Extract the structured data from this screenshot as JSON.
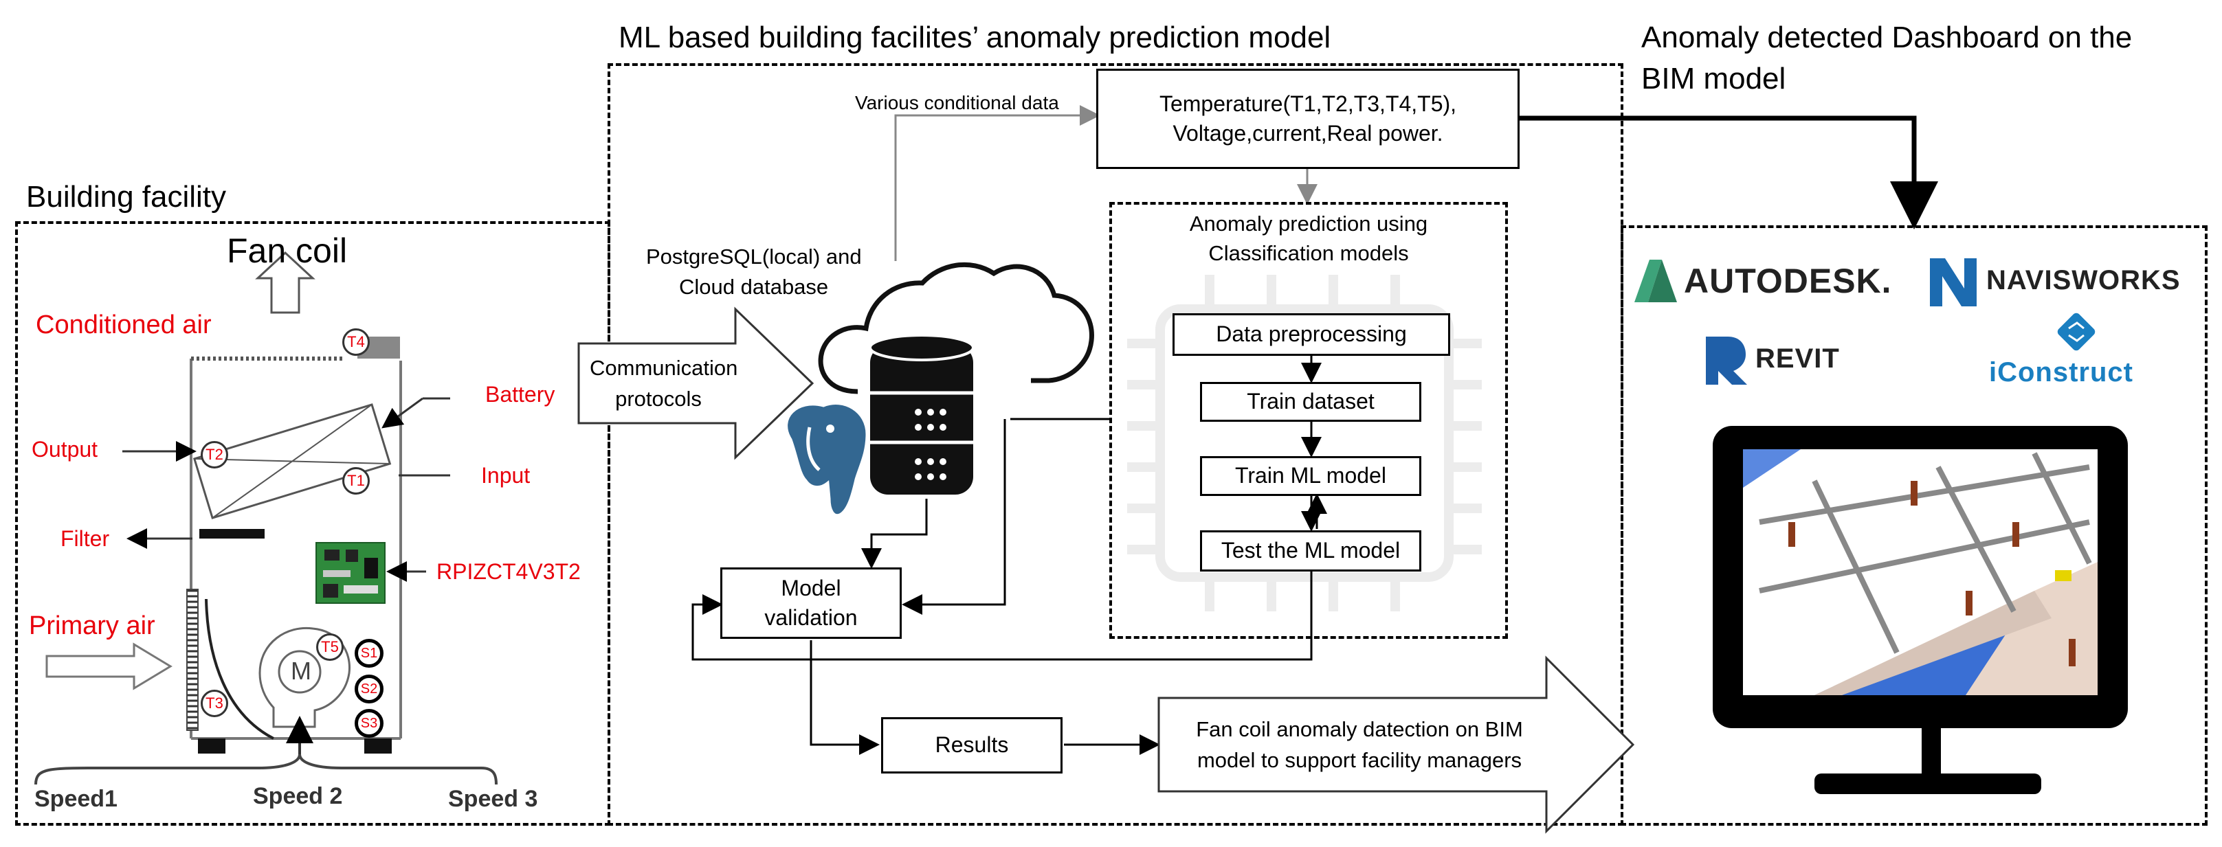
{
  "sections": {
    "building_facility": "Building facility",
    "ml_model": "ML based building facilites’ anomaly prediction model",
    "dashboard_line1": "Anomaly detected Dashboard on the",
    "dashboard_line2": "BIM model"
  },
  "fan_coil": {
    "title": "Fan coil",
    "labels": {
      "conditioned_air": "Conditioned air",
      "battery": "Battery",
      "output": "Output",
      "input": "Input",
      "filter": "Filter",
      "board": "RPIZCT4V3T2",
      "primary_air": "Primary air"
    },
    "sensors": [
      "T1",
      "T2",
      "T3",
      "T4",
      "T5"
    ],
    "switches": [
      "S1",
      "S2",
      "S3"
    ],
    "motor": "M",
    "speeds": [
      "Speed1",
      "Speed 2",
      "Speed 3"
    ]
  },
  "ml": {
    "various_data": "Various conditional data",
    "database_line1": "PostgreSQL(local) and",
    "database_line2": "Cloud database",
    "communication": "Communication\nprotocols",
    "features": "Temperature(T1,T2,T3,T4,T5),\nVoltage,current,Real power.",
    "classification_title": "Anomaly prediction using\nClassification models",
    "steps": [
      "Data preprocessing",
      "Train dataset",
      "Train ML model",
      "Test the ML model"
    ],
    "model_validation": "Model\nvalidation",
    "results": "Results",
    "output_arrow": "Fan coil anomaly datection on BIM\nmodel to support facility managers"
  },
  "dashboard": {
    "logos": [
      "AUTODESK.",
      "NAVISWORKS",
      "REVIT",
      "iConstruct"
    ]
  },
  "colors": {
    "accent_red": "#e8000b",
    "autodesk_green": "#3da37a",
    "navis_blue": "#1c6bb0",
    "revit_blue": "#1f5fa8",
    "iconstruct_blue": "#1a7fc1",
    "monitor": "#000000",
    "pg_blue": "#336791"
  }
}
